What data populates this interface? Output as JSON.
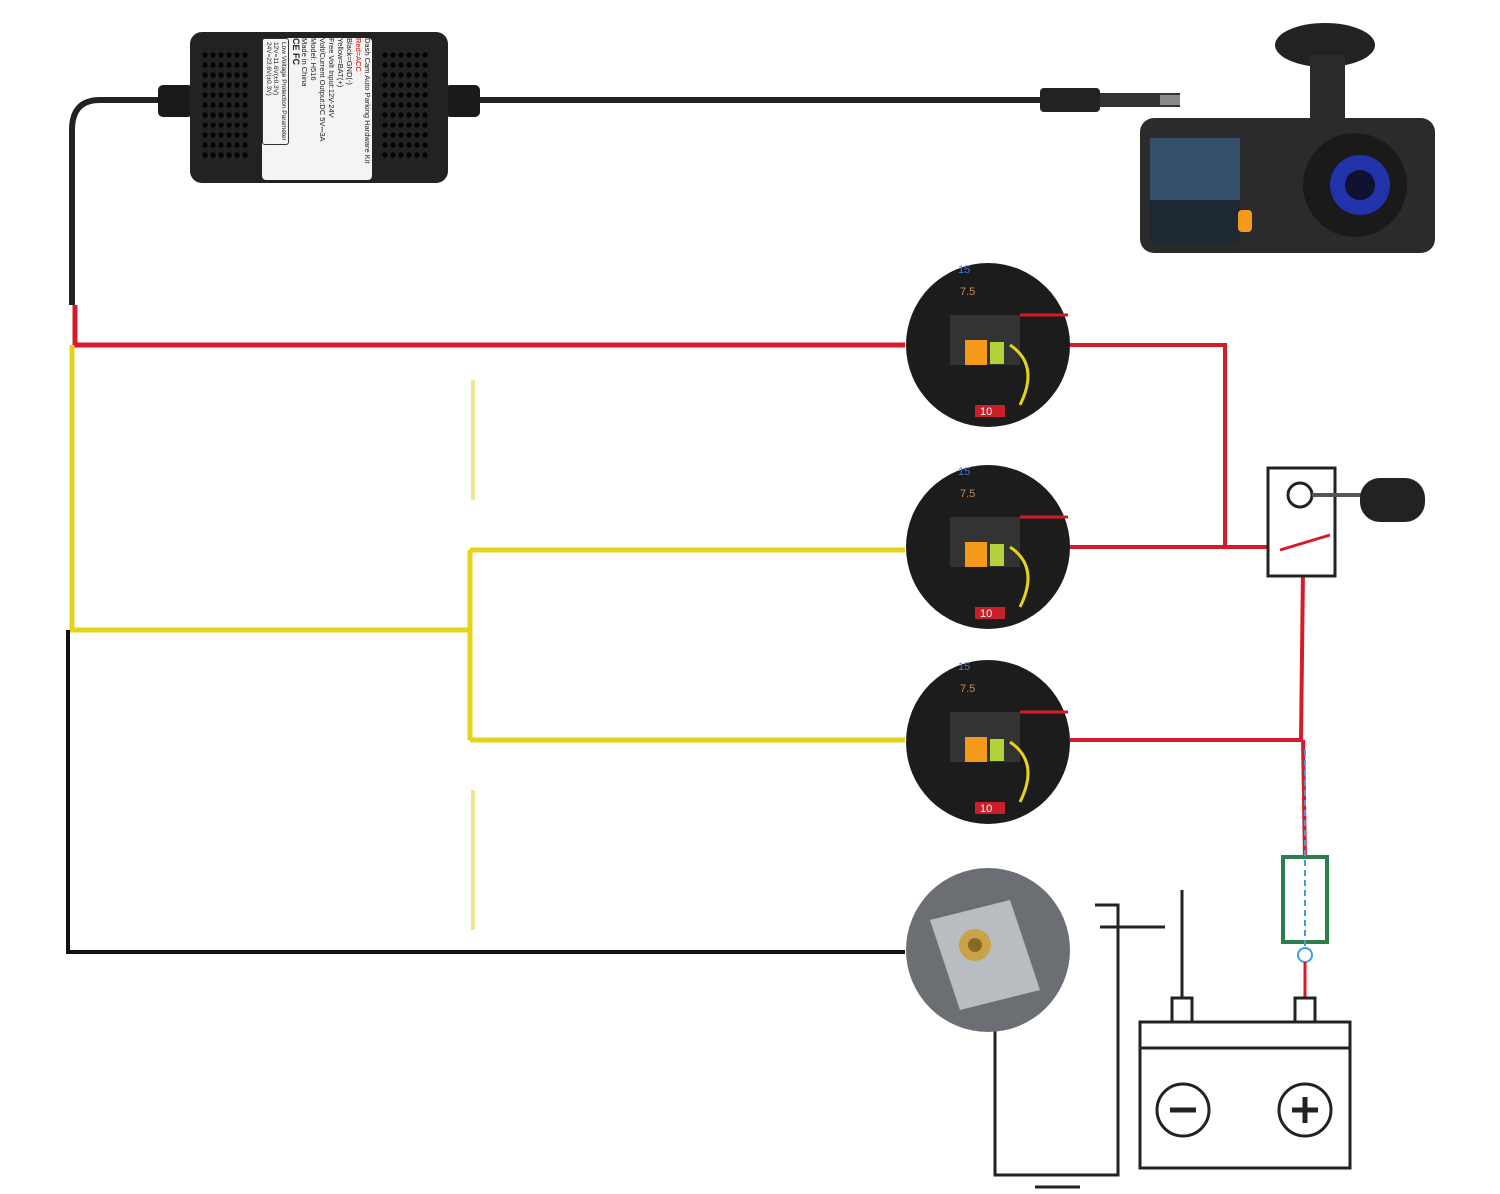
{
  "hardwire_kit": {
    "title": "Dash Cam Auto Parking Hardware Kit",
    "wires": [
      "Red=ACC",
      "Black=GND(-)",
      "Yellow=BAT(+)"
    ],
    "input": "Free Volt Input:12V-24V",
    "output": "Volt/Current Output:DC 5V⎓3A",
    "model": "Model: H516",
    "origin": "Made in China",
    "protection": [
      "Low Voltage Protection Parameter",
      "12V=11.6V(±0.3V)",
      "24V=23.6V(±0.3V)"
    ],
    "marks": "CE FC"
  },
  "fuse_labels": [
    "15",
    "7.5",
    "10"
  ],
  "battery": {
    "negative": "−",
    "positive": "+"
  },
  "colors": {
    "acc": "#d71a2a",
    "bat": "#e6d21a",
    "gnd": "#111111",
    "fuse": "#2e7d4f",
    "dashed": "#3aa0e0"
  },
  "icons": [
    "hardwire-kit",
    "dash-camera",
    "fuse-box",
    "ground-bolt",
    "ignition-switch",
    "key",
    "inline-fuse",
    "battery",
    "ground-symbol"
  ]
}
